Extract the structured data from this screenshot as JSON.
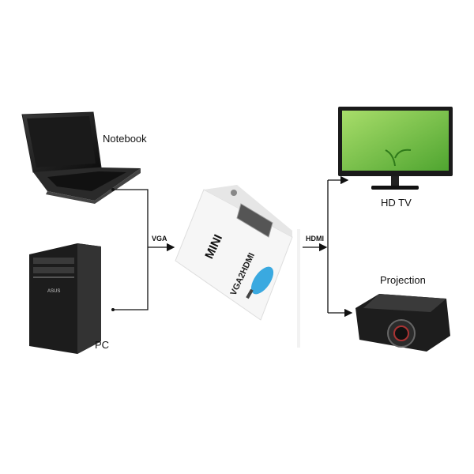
{
  "devices": {
    "notebook": {
      "label": "Notebook"
    },
    "pc": {
      "label": "PC",
      "brand": "ASUS"
    },
    "tv": {
      "label": "HD TV"
    },
    "projector": {
      "label": "Projection"
    }
  },
  "adapter": {
    "top_text": "MINI",
    "model_text": "VGA2HDMI"
  },
  "connections": {
    "input_label": "VGA",
    "output_label": "HDMI"
  },
  "colors": {
    "line": "#111111",
    "tv_screen": "#7ec850",
    "adapter_body": "#f4f4f4",
    "adapter_badge": "#3aa9e0"
  }
}
